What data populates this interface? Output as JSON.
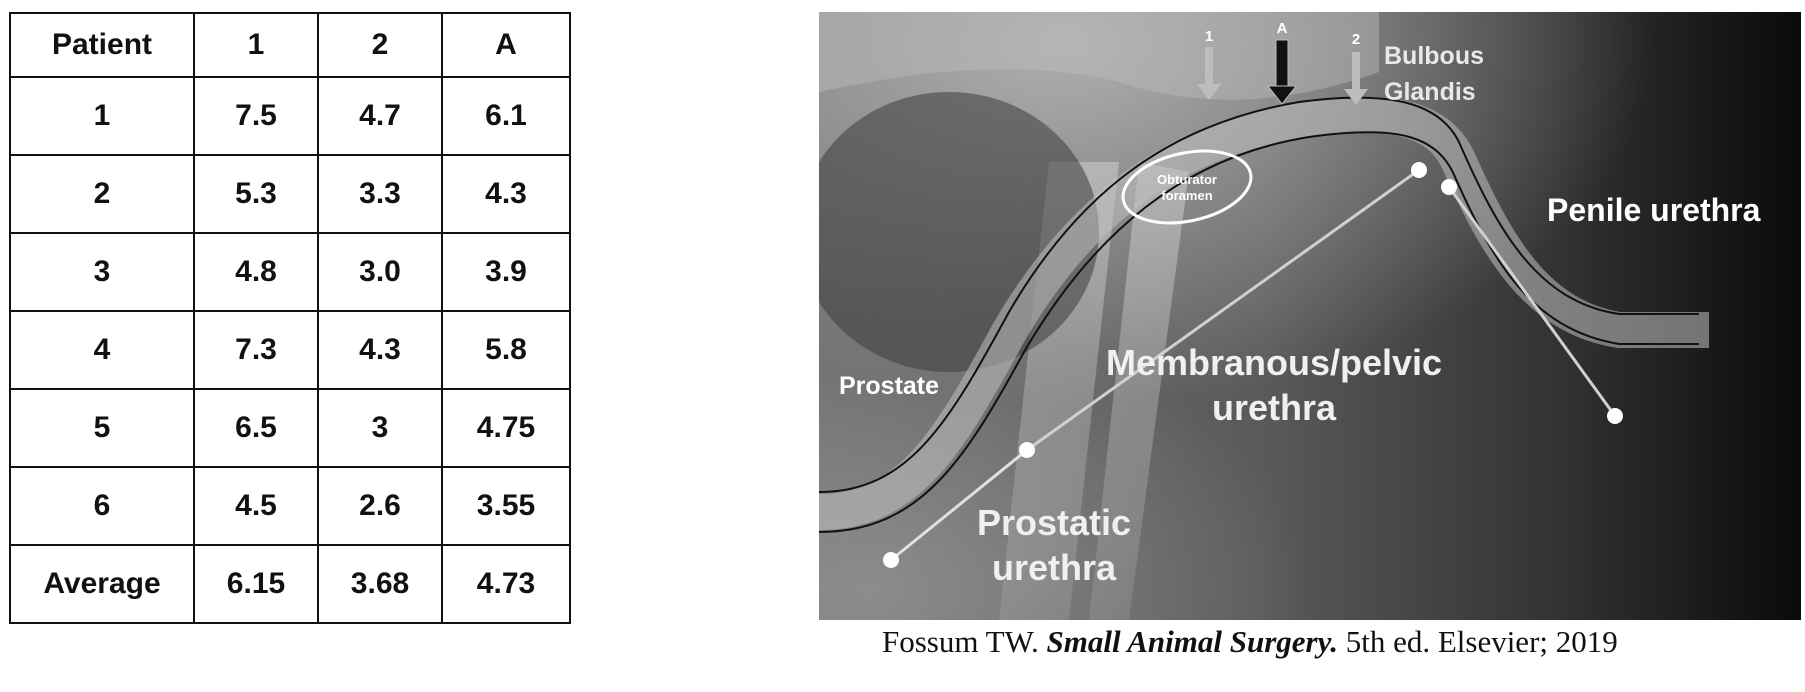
{
  "table": {
    "header": [
      "Patient",
      "1",
      "2",
      "A"
    ],
    "rows": [
      [
        "1",
        "7.5",
        "4.7",
        "6.1"
      ],
      [
        "2",
        "5.3",
        "3.3",
        "4.3"
      ],
      [
        "3",
        "4.8",
        "3.0",
        "3.9"
      ],
      [
        "4",
        "7.3",
        "4.3",
        "5.8"
      ],
      [
        "5",
        "6.5",
        "3",
        "4.75"
      ],
      [
        "6",
        "4.5",
        "2.6",
        "3.55"
      ],
      [
        "Average",
        "6.15",
        "3.68",
        "4.73"
      ]
    ]
  },
  "figure": {
    "arrows": {
      "arrow1": "1",
      "arrowA": "A",
      "arrow2": "2"
    },
    "labels": {
      "bulbous_glandis_1": "Bulbous",
      "bulbous_glandis_2": "Glandis",
      "obturator_1": "Obturator",
      "obturator_2": "foramen",
      "penile_urethra": "Penile urethra",
      "prostate": "Prostate",
      "membranous_1": "Membranous/pelvic",
      "membranous_2": "urethra",
      "prostatic_1": "Prostatic",
      "prostatic_2": "urethra"
    },
    "colors": {
      "arrow_light": "#bdbdbd",
      "arrow_dark": "#111111",
      "text": "#ffffff"
    }
  },
  "citation": {
    "prefix": "Fossum TW. ",
    "title": "Small Animal Surgery.",
    "suffix": " 5th ed. Elsevier; 2019"
  }
}
